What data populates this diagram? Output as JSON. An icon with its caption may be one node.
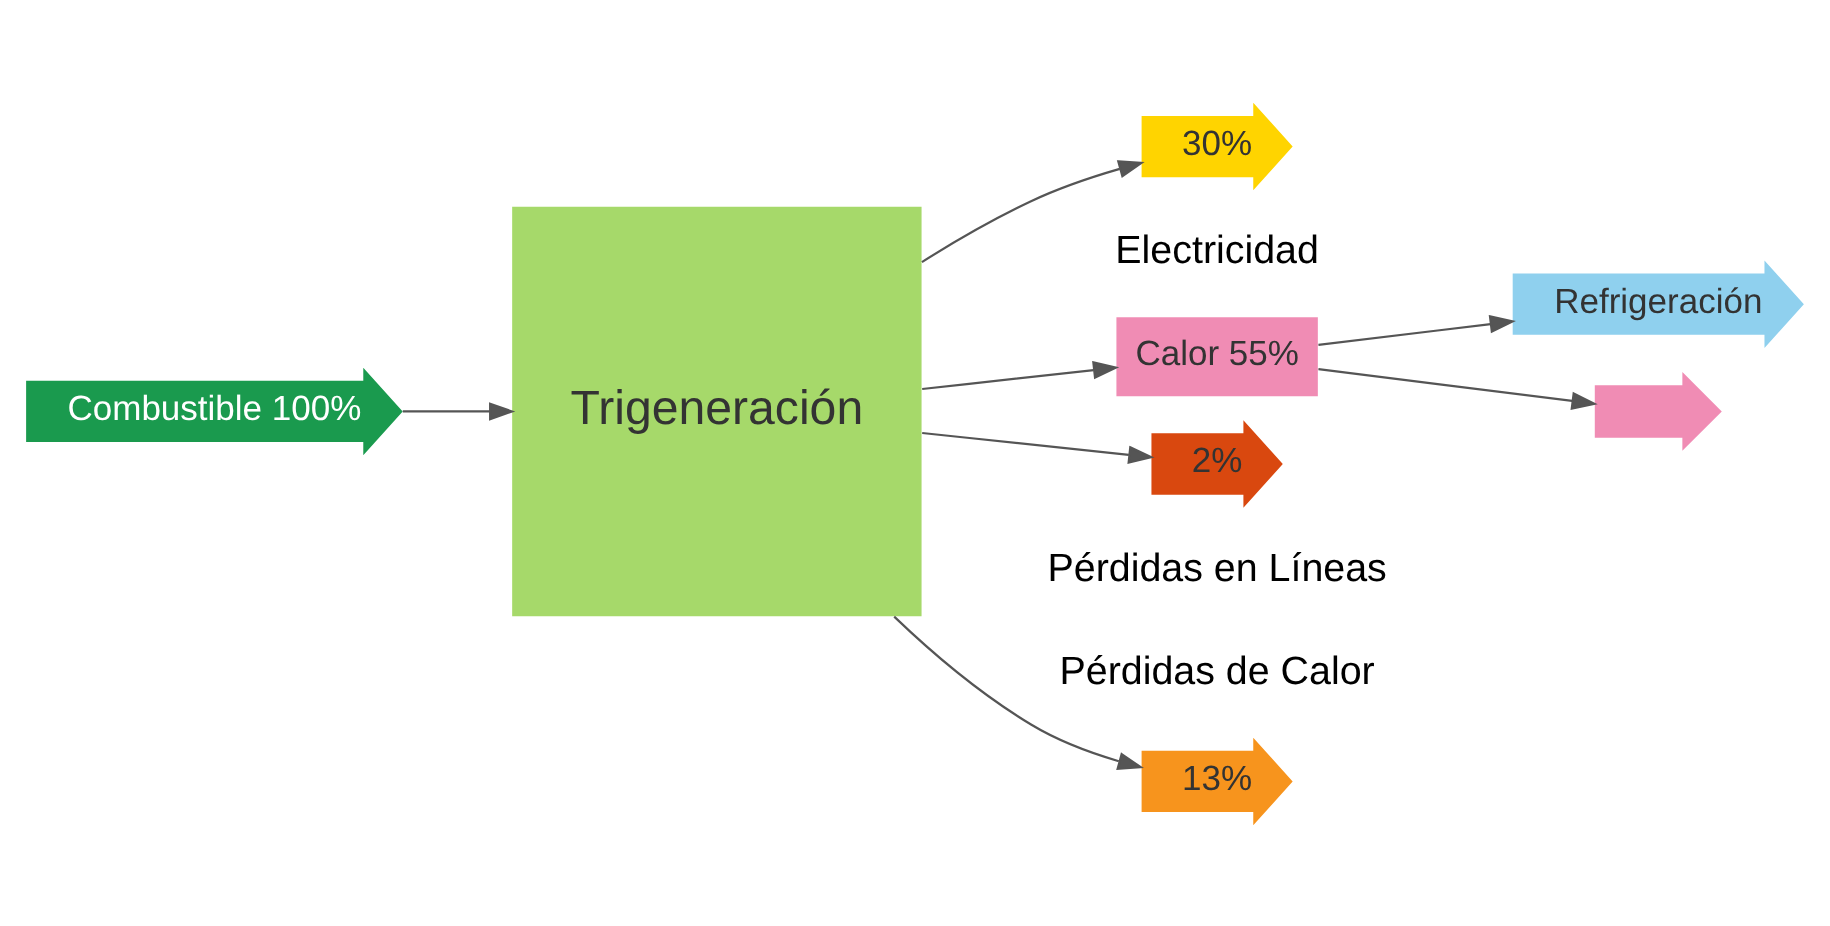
{
  "diagram": {
    "nodes": [
      {
        "text": [
          "Combustible 100%"
        ]
      },
      {
        "text": [
          "Trigeneración"
        ]
      },
      {
        "text": [
          "13%"
        ],
        "beside": [
          "Pérdidas de Calor"
        ]
      },
      {
        "text": [
          "30%"
        ],
        "beside": [
          "Electricidad"
        ]
      },
      {
        "text": [
          "Calor 55%"
        ]
      },
      {
        "text": [
          "Refrigeración"
        ]
      },
      {
        "text": [],
        "shape": "arrow"
      },
      {
        "text": [
          "2%"
        ],
        "beside": [
          "Pérdidas en Líneas"
        ]
      }
    ],
    "edges": [
      {
        "from": 0,
        "to": 1,
        "arrow": "to"
      },
      {
        "from": 1,
        "to": 2,
        "arrow": "to"
      },
      {
        "from": 1,
        "to": 3,
        "arrow": "to"
      },
      {
        "from": 1,
        "to": 4,
        "arrow": "to"
      },
      {
        "from": 4,
        "to": 5,
        "arrow": "to"
      },
      {
        "from": 4,
        "to": 6,
        "arrow": "to"
      },
      {
        "from": 1,
        "to": 7,
        "arrow": "to"
      }
    ]
  }
}
